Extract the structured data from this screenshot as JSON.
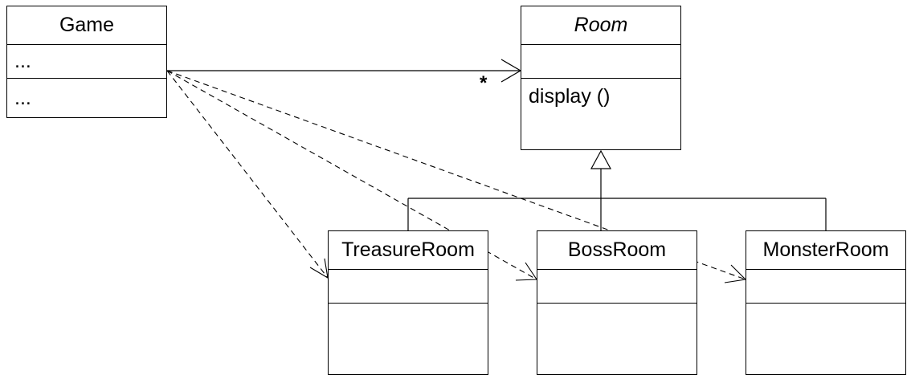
{
  "classes": {
    "game": {
      "name": "Game",
      "attributes": "...",
      "operations": "..."
    },
    "room": {
      "name": "Room",
      "attributes": "",
      "operations": "display ()"
    },
    "treasure_room": {
      "name": "TreasureRoom"
    },
    "boss_room": {
      "name": "BossRoom"
    },
    "monster_room": {
      "name": "MonsterRoom"
    }
  },
  "association": {
    "multiplicity": "*"
  }
}
